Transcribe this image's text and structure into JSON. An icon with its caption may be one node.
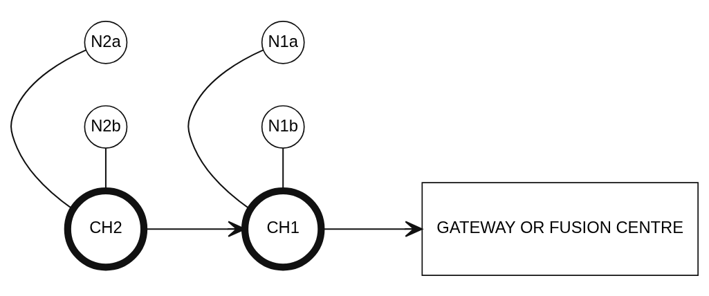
{
  "diagram": {
    "nodes": [
      {
        "text": [
          "N2a"
        ]
      },
      {
        "text": [
          "N1a"
        ]
      },
      {
        "text": [
          "CH2"
        ]
      },
      {
        "text": [
          "CH1"
        ]
      },
      {
        "text": [
          "GATEWAY OR FUSION CENTRE"
        ]
      },
      {
        "text": [
          "N2b"
        ]
      },
      {
        "text": [
          "N1b"
        ]
      }
    ],
    "edges": [
      {
        "from": 0,
        "to": 2,
        "arrow": "none"
      },
      {
        "from": 5,
        "to": 2,
        "arrow": "none"
      },
      {
        "from": 2,
        "to": 3,
        "arrow": "to"
      },
      {
        "from": 1,
        "to": 3,
        "arrow": "none"
      },
      {
        "from": 6,
        "to": 3,
        "arrow": "none"
      },
      {
        "from": 3,
        "to": 4,
        "arrow": "to"
      }
    ]
  }
}
